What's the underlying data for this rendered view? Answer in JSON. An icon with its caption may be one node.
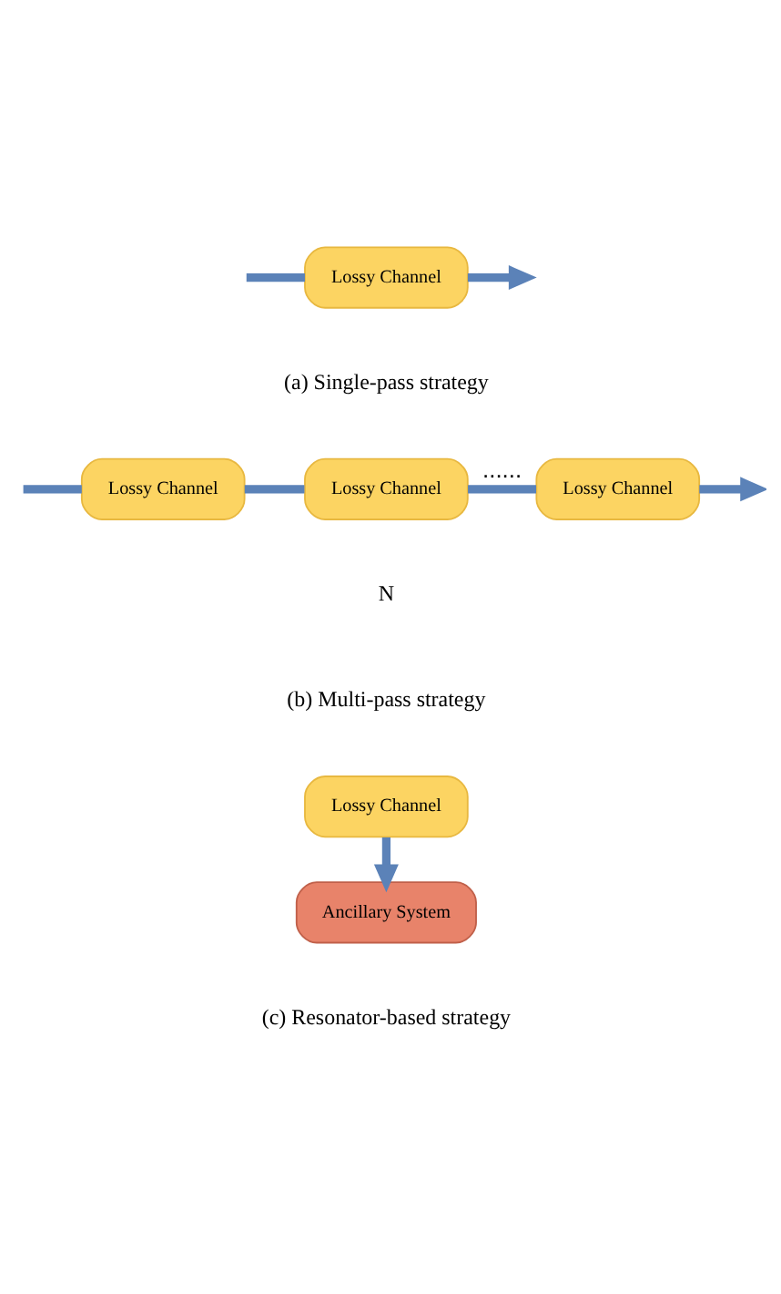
{
  "diagram": {
    "nodes": [
      {
        "text": [
          "Lossy Channel"
        ]
      },
      {
        "text": [
          "Lossy Channel"
        ]
      },
      {
        "text": [
          "Lossy Channel"
        ]
      },
      {
        "text": [
          "Lossy Channel"
        ]
      },
      {
        "text": [
          "Lossy Channel"
        ]
      },
      {
        "text": [
          "Ancillary System"
        ]
      }
    ],
    "edges": [
      {
        "from": null,
        "to": 0,
        "arrow": "none"
      },
      {
        "from": 0,
        "to": null,
        "arrow": "to"
      },
      {
        "from": null,
        "to": 1,
        "arrow": "none"
      },
      {
        "from": 1,
        "to": 2,
        "arrow": "none"
      },
      {
        "from": 2,
        "to": 3,
        "arrow": "none",
        "label": "......"
      },
      {
        "from": 3,
        "to": null,
        "arrow": "to"
      },
      {
        "from": 4,
        "to": 5,
        "arrow": "to"
      }
    ],
    "labels": [
      "(a) Single-pass strategy",
      "N",
      "(b) Multi-pass strategy",
      "(c) Resonator-based strategy"
    ]
  }
}
